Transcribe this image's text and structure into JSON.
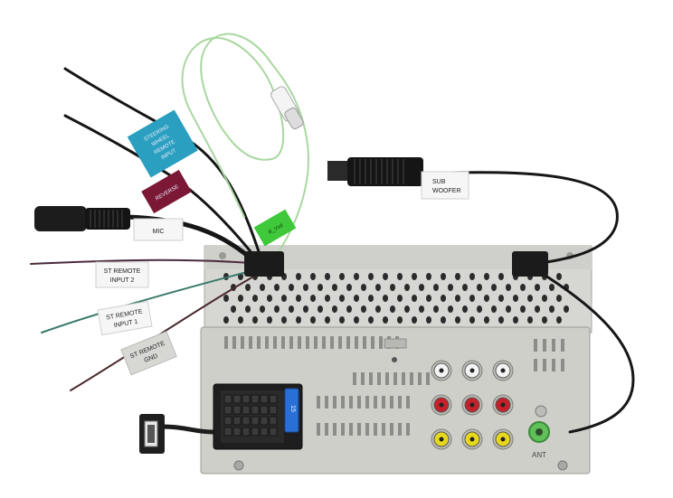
{
  "labels": {
    "steering": [
      "STEERING",
      "WHEEL",
      "REMOTE",
      "INPUT"
    ],
    "reverse": "REVERSE",
    "mic": "MIC",
    "sub_woofer": [
      "SUB",
      "WOOFER"
    ],
    "ill_vsd": "ill_Vsd",
    "st_remote_input_2": [
      "ST REMOTE",
      "INPUT 2"
    ],
    "st_remote_input_1": [
      "ST REMOTE",
      "INPUT 1"
    ],
    "st_remote_gnd": [
      "ST REMOTE",
      "GND"
    ],
    "fuse": "15",
    "ant": "ANT"
  },
  "colors": {
    "background": "#ffffff",
    "steering_tag": "#2a9fc0",
    "reverse_tag": "#7a1836",
    "ill_tag": "#3ec83a",
    "fuse": "#2a6fd6",
    "rca_red": "#c8202a",
    "rca_yellow": "#e8d81c",
    "rca_white": "#f4f4f4",
    "ant_green": "#5fc05a",
    "wire_green": "#a9d7a0"
  }
}
